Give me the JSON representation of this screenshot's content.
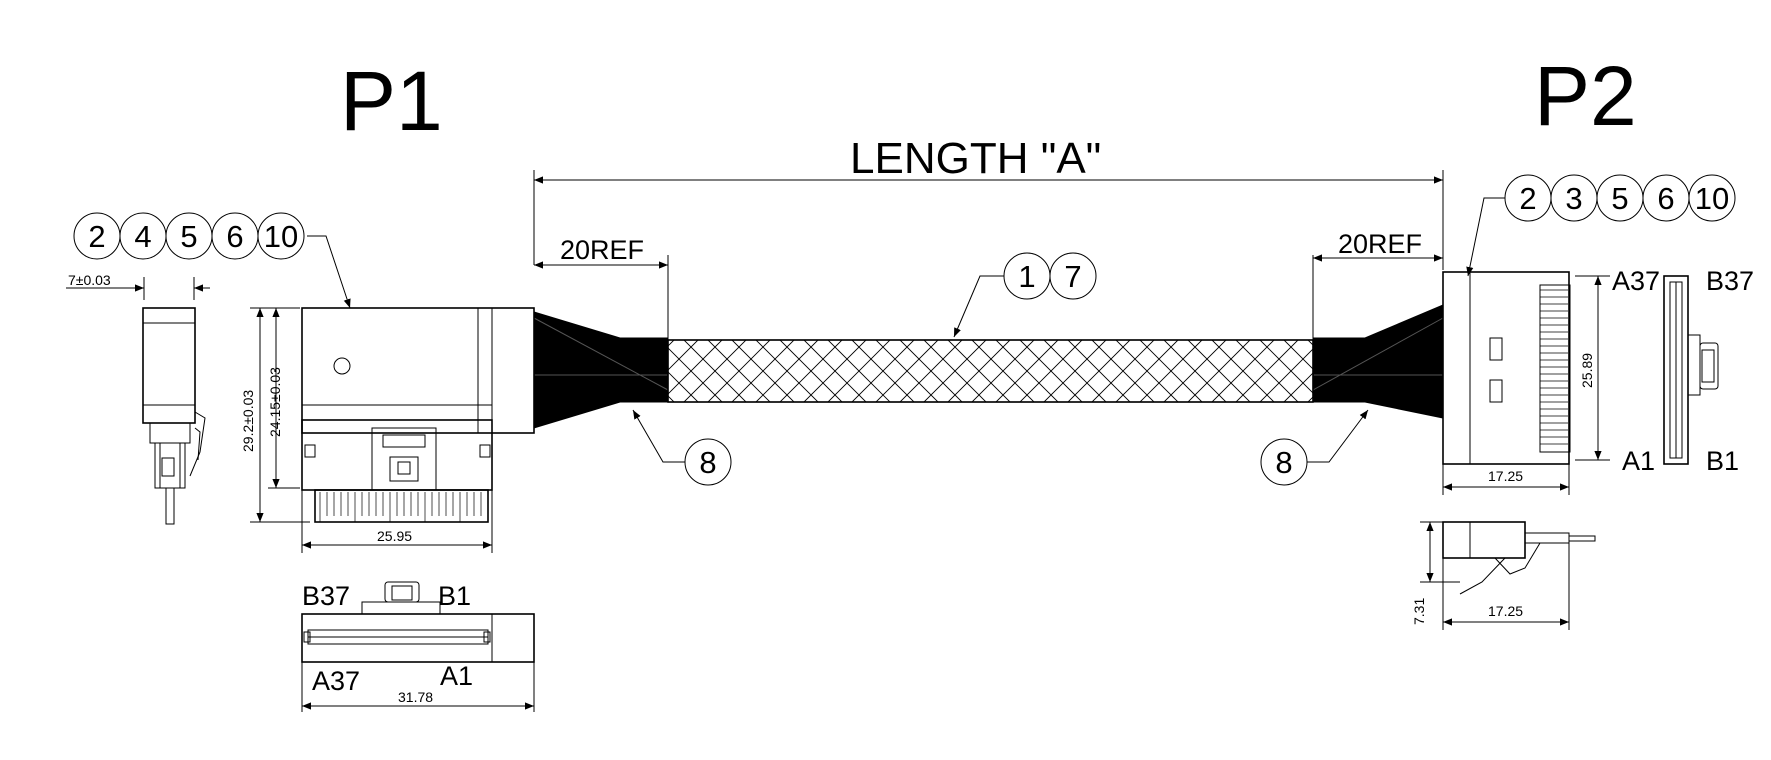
{
  "titles": {
    "p1": "P1",
    "p2": "P2"
  },
  "length_label": "LENGTH \"A\"",
  "ref_dims": {
    "left": "20REF",
    "right": "20REF"
  },
  "balloons": {
    "p1": [
      "2",
      "4",
      "5",
      "6",
      "10"
    ],
    "p2": [
      "2",
      "3",
      "5",
      "6",
      "10"
    ],
    "cable": [
      "1",
      "7"
    ],
    "sleeve_left": "8",
    "sleeve_right": "8"
  },
  "dimensions": {
    "p1_side_width": "7±0.03",
    "p1_height_total": "29.2±0.03",
    "p1_height_body": "24.15±0.03",
    "p1_front_width": "25.95",
    "p1_bottom_width": "31.78",
    "p2_height": "25.89",
    "p2_width": "17.25",
    "p2_side_width": "17.25",
    "p2_side_height": "7.31"
  },
  "pin_labels": {
    "p1": {
      "b37": "B37",
      "b1": "B1",
      "a37": "A37",
      "a1": "A1"
    },
    "p2": {
      "a37": "A37",
      "b37": "B37",
      "a1": "A1",
      "b1": "B1"
    }
  }
}
